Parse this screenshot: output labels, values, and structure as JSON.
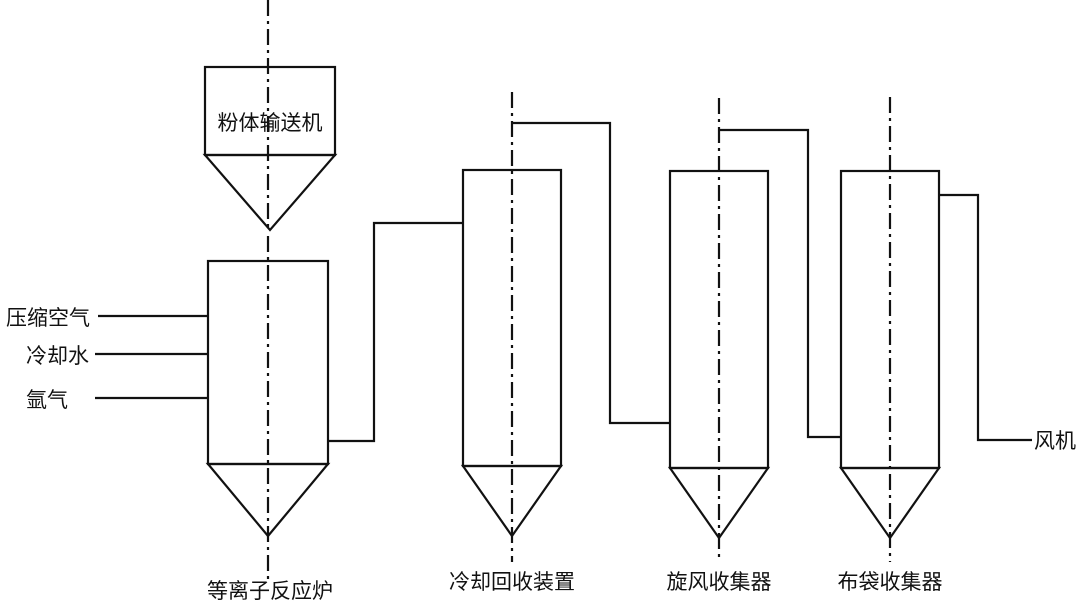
{
  "colors": {
    "line": "#111111",
    "background": "#ffffff"
  },
  "units": {
    "feeder": {
      "label": "粉体输送机"
    },
    "reactor": {
      "label": "等离子反应炉"
    },
    "cooler": {
      "label": "冷却回收装置"
    },
    "cyclone": {
      "label": "旋风收集器"
    },
    "baghouse": {
      "label": "布袋收集器"
    }
  },
  "inputs": {
    "compressed_air": "压缩空气",
    "cooling_water": "冷却水",
    "argon": "氩气"
  },
  "outlet": {
    "fan": "风机"
  }
}
